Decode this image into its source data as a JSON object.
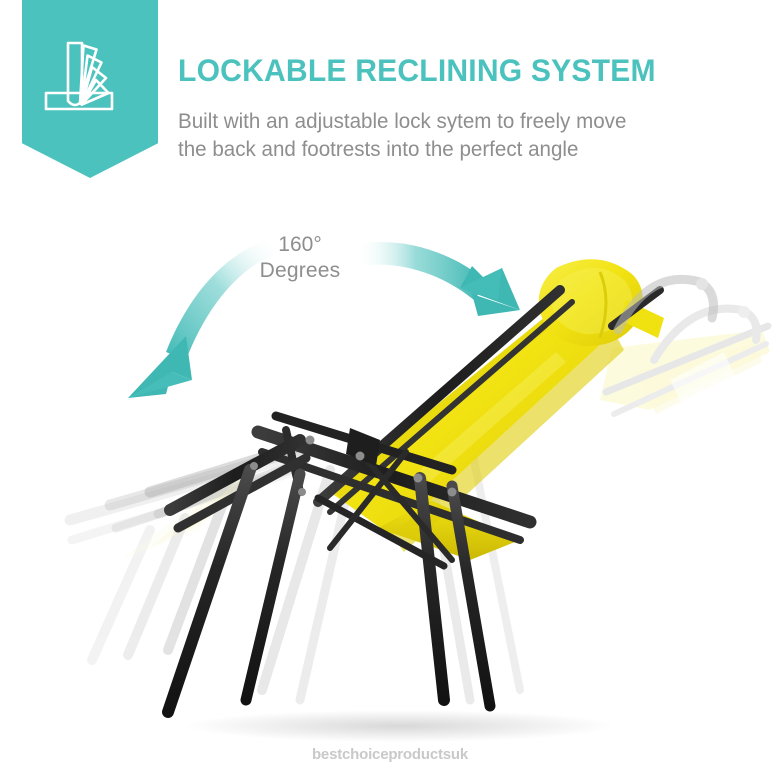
{
  "banner": {
    "icon": "reclining-chair-icon",
    "color": "#4cc2be"
  },
  "header": {
    "title": "LOCKABLE RECLINING SYSTEM",
    "title_color": "#4cc2be",
    "subtitle_line1": "Built with an adjustable lock sytem to freely move",
    "subtitle_line2": "the back and footrests into the perfect angle",
    "subtitle_color": "#8e8e8e"
  },
  "annotation": {
    "angle_value": "160°",
    "angle_unit": "Degrees",
    "arrow_icon": "curved-double-arrow-icon",
    "arrow_color": "#3fb8b4",
    "text_color": "#8e8e8e"
  },
  "product": {
    "name": "zero-gravity-recliner-chair",
    "fabric_color": "#f2e313",
    "frame_color": "#2b2b2b",
    "ghost_label": "reclined-position-ghost"
  },
  "footer": {
    "brand": "bestchoiceproductsuk",
    "color": "#c9c9c9"
  }
}
